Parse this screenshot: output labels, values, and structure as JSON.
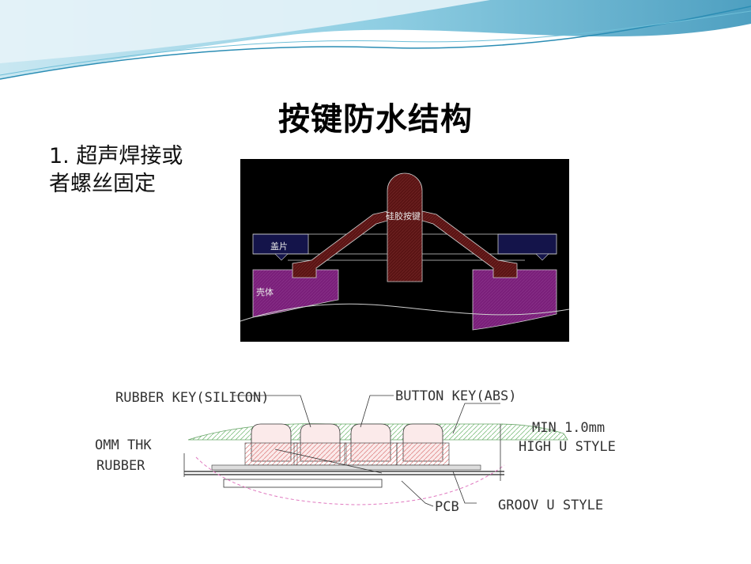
{
  "slide": {
    "title": "按键防水结构",
    "subtitle_line1": "1. 超声焊接或",
    "subtitle_line2": "者螺丝固定"
  },
  "diagram1": {
    "label_key": "硅胶按键",
    "label_cover": "盖片",
    "label_shell": "壳体"
  },
  "diagram2": {
    "label_rubber_key": "RUBBER KEY(SILICON)",
    "label_button_key": "BUTTON KEY(ABS)",
    "label_min1": "MIN 1.0mm",
    "label_min2": "HIGH U STYLE",
    "label_thk1": "OMM THK",
    "label_thk2": "RUBBER",
    "label_pcb": "PCB",
    "label_groov": "GROOV U STYLE"
  },
  "colors": {
    "header_blue": "#3aa6c9",
    "shell_magenta": "#7a1f7a",
    "key_brown": "#5a1414",
    "cover_navy": "#14144a"
  }
}
